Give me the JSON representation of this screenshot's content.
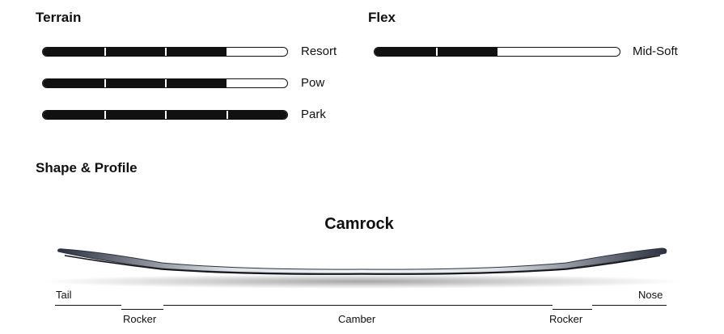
{
  "terrain": {
    "heading": "Terrain",
    "rows": [
      {
        "label": "Resort",
        "level": 0.75
      },
      {
        "label": "Pow",
        "level": 0.75
      },
      {
        "label": "Park",
        "level": 1.0
      }
    ]
  },
  "flex": {
    "heading": "Flex",
    "rows": [
      {
        "label": "Mid-Soft",
        "level": 0.5
      }
    ]
  },
  "shape": {
    "heading": "Shape & Profile",
    "profile_name": "Camrock",
    "zones": {
      "tail": "Tail",
      "nose": "Nose",
      "rocker_left": "Rocker",
      "camber": "Camber",
      "rocker_right": "Rocker"
    }
  },
  "colors": {
    "bar_fill": "#111111",
    "board_dark": "#2b3140",
    "board_light": "#f2f3f5"
  }
}
